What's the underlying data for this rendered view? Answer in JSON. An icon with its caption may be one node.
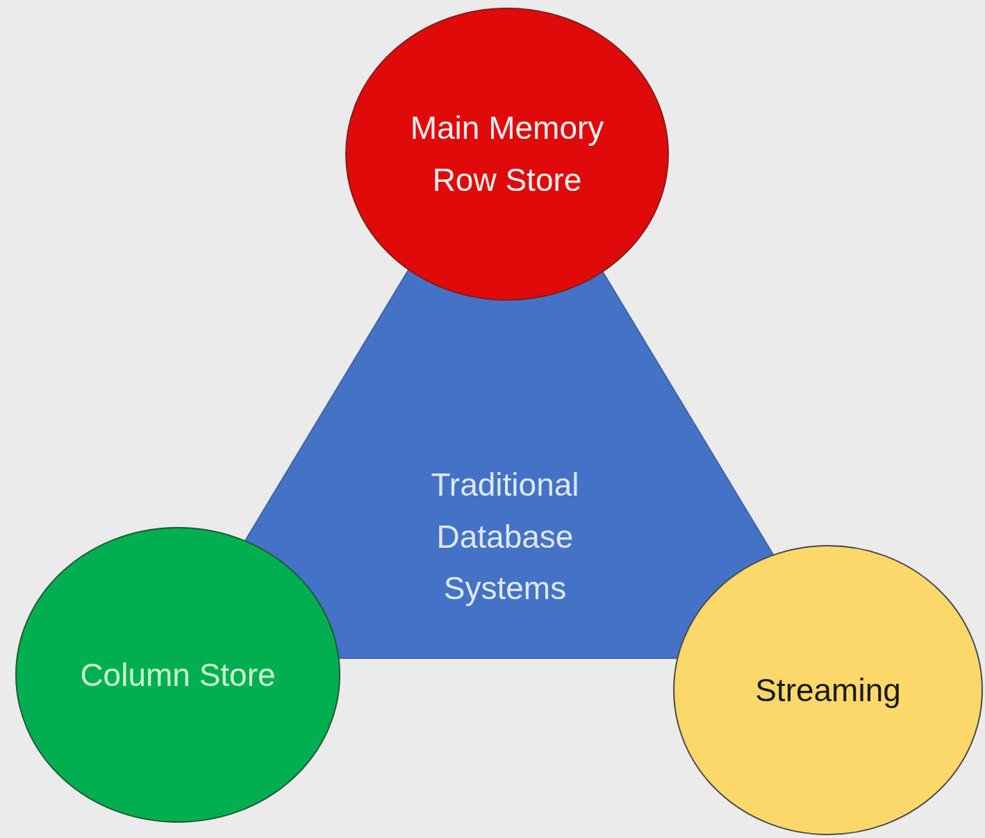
{
  "diagram": {
    "nodes": [
      {
        "text": [
          "Main Memory Row Store"
        ]
      },
      {
        "text": [
          "Traditional Database Systems"
        ]
      },
      {
        "text": [
          "Column Store"
        ]
      },
      {
        "text": [
          "Streaming"
        ]
      }
    ]
  }
}
